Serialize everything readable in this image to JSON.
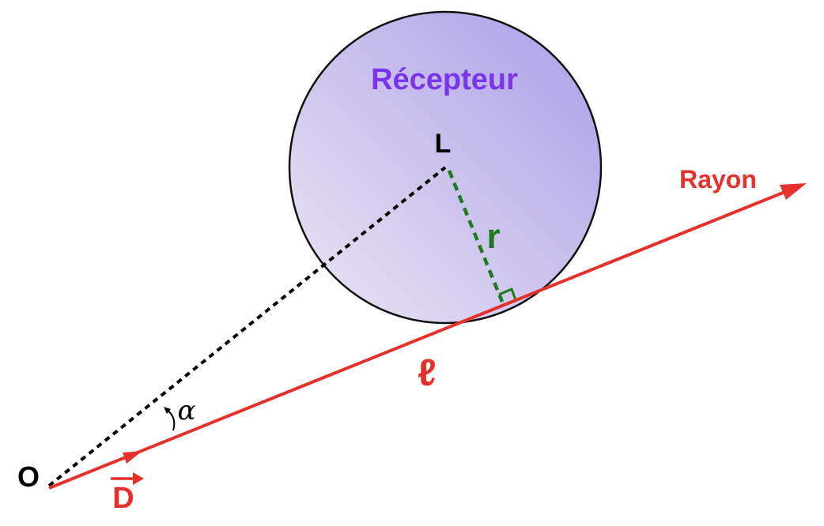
{
  "labels": {
    "receiver": "Récepteur",
    "center": "L",
    "radius": "r",
    "ray": "Rayon",
    "length": "ℓ",
    "angle": "α",
    "origin": "O",
    "direction": "D"
  },
  "colors": {
    "ray": "#e5312b",
    "radius": "#1f7a1f",
    "receiver_text": "#7a35e8",
    "sight_line": "#000000",
    "circle_fill_light": "#ece6f2",
    "circle_fill_dark": "#a99ee8",
    "circle_stroke": "#111111"
  }
}
